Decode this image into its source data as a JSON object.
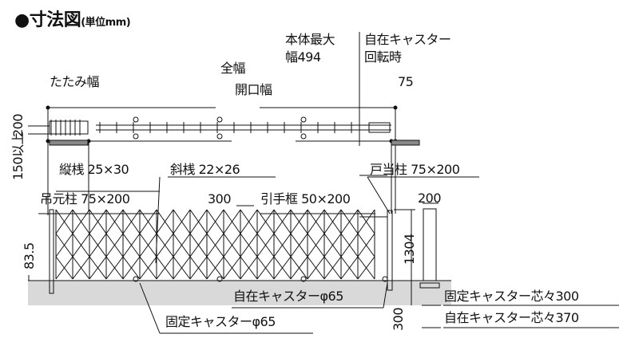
{
  "title": "●寸法図",
  "unit": "(単位mm)",
  "plan_view": {
    "max_width_line1": "本体最大",
    "max_width_line2": "幅494",
    "caster_turn_line1": "自在キャスター",
    "caster_turn_line2": "回転時",
    "overall_width": "全幅",
    "folded_width": "たたみ幅",
    "opening_width": "開口幅",
    "offset": "75",
    "depth": "200",
    "clearance": "150以上"
  },
  "elevation": {
    "vertical_bar": "縦桟 25×30",
    "diagonal_bar": "斜桟 22×26",
    "door_stop_post": "戸当柱 75×200",
    "hinge_post": "吊元柱 75×200",
    "pitch": "300",
    "handle_frame": "引手框 50×200",
    "side_width": "200",
    "height": "1304",
    "ground_clearance": "83.5",
    "free_caster": "自在キャスターφ65",
    "fixed_caster": "固定キャスターφ65",
    "embed_depth": "300",
    "fixed_caster_pitch": "固定キャスター芯々300",
    "free_caster_pitch": "自在キャスター芯々370"
  }
}
